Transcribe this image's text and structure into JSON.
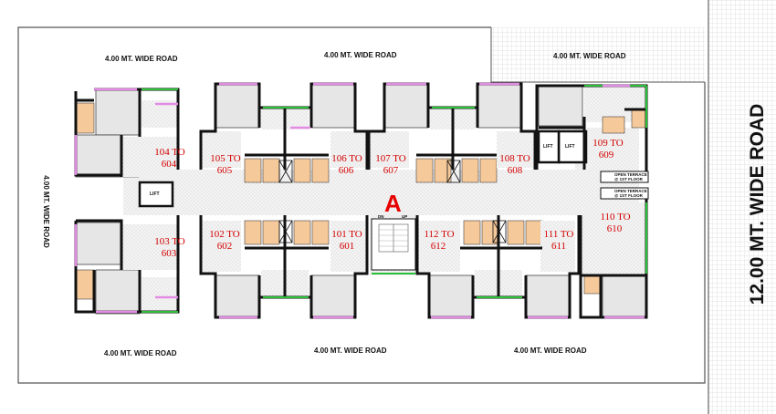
{
  "roads": {
    "top_left": "4.00 MT. WIDE ROAD",
    "top_center": "4.00 MT. WIDE ROAD",
    "top_right": "4.00 MT. WIDE ROAD",
    "left": "4.00 MT. WIDE ROAD",
    "bottom_left": "4.00 MT. WIDE ROAD",
    "bottom_center": "4.00 MT. WIDE ROAD",
    "bottom_right": "4.00 MT. WIDE ROAD",
    "main_right": "12.00 MT. WIDE ROAD"
  },
  "wing_label": "A",
  "flats": [
    {
      "line1": "104 TO",
      "line2": "604"
    },
    {
      "line1": "103 TO",
      "line2": "603"
    },
    {
      "line1": "105 TO",
      "line2": "605"
    },
    {
      "line1": "106 TO",
      "line2": "606"
    },
    {
      "line1": "107 TO",
      "line2": "607"
    },
    {
      "line1": "108 TO",
      "line2": "608"
    },
    {
      "line1": "109 TO",
      "line2": "609"
    },
    {
      "line1": "110 TO",
      "line2": "610"
    },
    {
      "line1": "102 TO",
      "line2": "602"
    },
    {
      "line1": "101 TO",
      "line2": "601"
    },
    {
      "line1": "112 TO",
      "line2": "612"
    },
    {
      "line1": "111 TO",
      "line2": "611"
    }
  ],
  "lifts": [
    "LIFT",
    "LIFT",
    "LIFT"
  ],
  "stair": {
    "down": "DN",
    "up": "UP"
  },
  "terrace_notes": [
    {
      "line1": "OPEN TERRACE",
      "line2": "@ 1ST FLOOR"
    },
    {
      "line1": "OPEN TERRACE",
      "line2": "@ 1ST FLOOR"
    }
  ],
  "colors": {
    "flat_text": "#d40000",
    "wing_text": "#e60000",
    "window_pink": "#e38ce3",
    "green_edge": "#2bbf3a",
    "bath_fill": "#f5c99a",
    "room_fill": "#e6e6e6"
  }
}
